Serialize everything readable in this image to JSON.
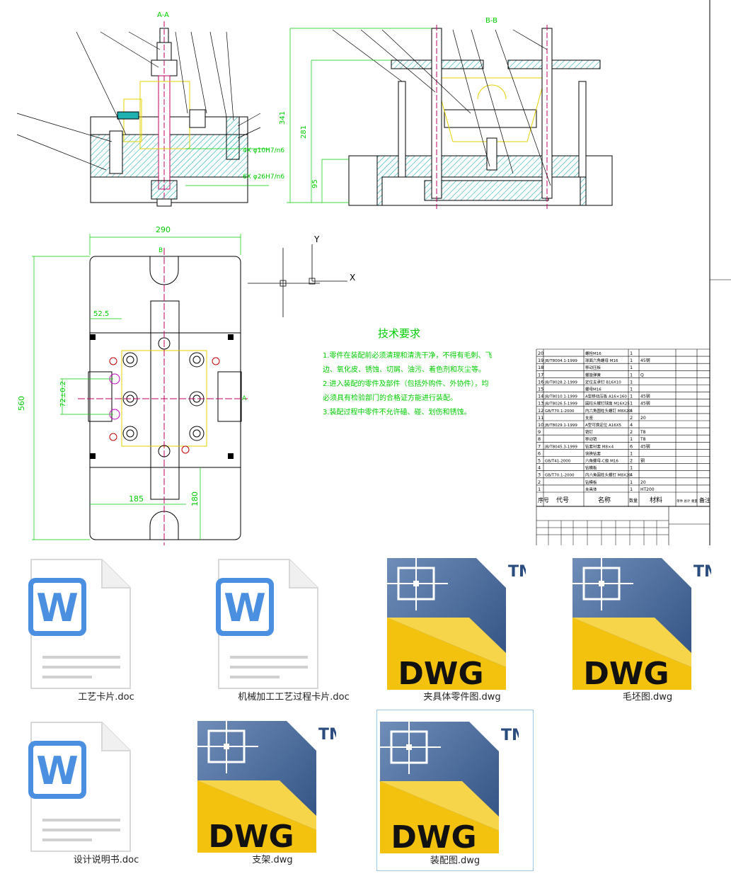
{
  "drawing": {
    "section_aa": "A-A",
    "section_bb": "B-B",
    "section_marker_b": "B",
    "section_marker_a": "A",
    "dims": {
      "height_341": "341",
      "height_281": "281",
      "height_95": "95",
      "width_290": "290",
      "height_560": "560",
      "d_52_5": "52.5",
      "d_72": "72±0.2",
      "d_185": "185",
      "d_180": "180",
      "hole_4x": "4X φ10H7/n6",
      "hole_6x": "6X φ26H7/n6"
    },
    "axis_x": "X",
    "axis_y": "Y",
    "tech": {
      "title": "技术要求",
      "lines": [
        "1.零件在装配前必须清理和清洗干净，不得有毛刺、飞",
        "边、氧化皮、锈蚀、切屑、油污、着色剂和灰尘等。",
        "2.进入装配的零件及部件（包括外购件、外协件），均",
        "必须具有检验部门的合格证方能进行装配。",
        "3.装配过程中零件不允许磕、碰、划伤和锈蚀。"
      ]
    },
    "bom": {
      "rows": [
        {
          "no": "20",
          "code": "",
          "name": "螺栓M16",
          "qty": "1",
          "mat": ""
        },
        {
          "no": "19",
          "code": "JB/T8004.1-1999",
          "name": "球面六角螺母 M16",
          "qty": "1",
          "mat": "45钢"
        },
        {
          "no": "18",
          "code": "",
          "name": "移动压板",
          "qty": "1",
          "mat": ""
        },
        {
          "no": "17",
          "code": "",
          "name": "螺旋弹簧",
          "qty": "1",
          "mat": "Q"
        },
        {
          "no": "16",
          "code": "JB/T8028.2-1999",
          "name": "定位支承钉 B16X10",
          "qty": "1",
          "mat": ""
        },
        {
          "no": "15",
          "code": "",
          "name": "螺母M16",
          "qty": "1",
          "mat": ""
        },
        {
          "no": "14",
          "code": "JB/T8010.1-1999",
          "name": "A型移动压板 A16×160",
          "qty": "1",
          "mat": "45钢"
        },
        {
          "no": "13",
          "code": "JB/T8026.5-1999",
          "name": "圆柱头螺钉球面 M16X25",
          "qty": "1",
          "mat": "45钢"
        },
        {
          "no": "12",
          "code": "GB/T70.1-2000",
          "name": "内六角圆柱头螺钉 M8X20",
          "qty": "4",
          "mat": ""
        },
        {
          "no": "11",
          "code": "",
          "name": "支座",
          "qty": "2",
          "mat": "20"
        },
        {
          "no": "10",
          "code": "JB/T8029.1-1999",
          "name": "A型可换定位 A16X5",
          "qty": "4",
          "mat": ""
        },
        {
          "no": "9",
          "code": "",
          "name": "销钉",
          "qty": "2",
          "mat": "T8"
        },
        {
          "no": "8",
          "code": "",
          "name": "移动销",
          "qty": "1",
          "mat": "T8"
        },
        {
          "no": "7",
          "code": "JB/T8045.3-1999",
          "name": "钻套衬套 M8×4",
          "qty": "6",
          "mat": "45钢"
        },
        {
          "no": "6",
          "code": "",
          "name": "快换钻套",
          "qty": "1",
          "mat": ""
        },
        {
          "no": "5",
          "code": "GB/T41-2000",
          "name": "六角螺母-C级 M16",
          "qty": "2",
          "mat": "钢"
        },
        {
          "no": "4",
          "code": "",
          "name": "钻模板",
          "qty": "1",
          "mat": ""
        },
        {
          "no": "3",
          "code": "GB/T70.1-2000",
          "name": "内六角圆柱头螺钉 M8X20",
          "qty": "4",
          "mat": ""
        },
        {
          "no": "2",
          "code": "",
          "name": "钻模板",
          "qty": "1",
          "mat": "20"
        },
        {
          "no": "1",
          "code": "",
          "name": "夹具体",
          "qty": "1",
          "mat": "HT200"
        }
      ],
      "header": {
        "no": "序号",
        "code": "代号",
        "name": "名称",
        "qty": "数量",
        "mat": "材料",
        "weight": "单件 总计 重量",
        "note": "备注"
      }
    }
  },
  "files": [
    {
      "name": "工艺卡片.doc",
      "type": "doc"
    },
    {
      "name": "机械加工工艺过程卡片.doc",
      "type": "doc"
    },
    {
      "name": "夹具体零件图.dwg",
      "type": "dwg"
    },
    {
      "name": "毛坯图.dwg",
      "type": "dwg"
    },
    {
      "name": "设计说明书.doc",
      "type": "doc"
    },
    {
      "name": "支架.dwg",
      "type": "dwg"
    },
    {
      "name": "装配图.dwg",
      "type": "dwg"
    }
  ],
  "icons": {
    "doc_letter": "W",
    "dwg_text": "DWG",
    "tm": "TM"
  },
  "colors": {
    "word_blue": "#4a8fe0",
    "dwg_yellow": "#f2c20f",
    "dwg_navy": "#2b4c7e",
    "cad_green": "#00cc00",
    "cad_cyan": "#00b5b5"
  }
}
